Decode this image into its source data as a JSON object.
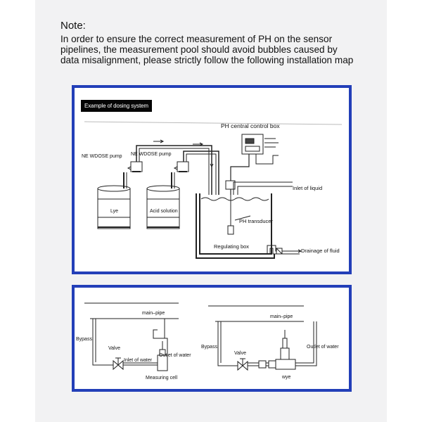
{
  "note": {
    "title": "Note:",
    "lines": [
      "In order to ensure the correct measurement of PH on the sensor",
      "pipelines, the measurement pool should avoid bubbles caused by",
      "data misalignment, please strictly follow the following installation map"
    ]
  },
  "dosing_diagram": {
    "example_label": "Example of dosing system",
    "control_box_label": "PH central control box",
    "pump_left_label": "NE WDOSE pump",
    "pump_right_label": "NE WDOSE pump",
    "drum_left_label": "Lye",
    "drum_right_label": "Acid solution",
    "inlet_label": "Inlet of liquid",
    "transducer_label": "PH transducer",
    "regulating_label": "Regulating box",
    "drainage_label": "Drainage of fluid"
  },
  "pipe_diagram": {
    "left": {
      "main_pipe_label": "main–pipe",
      "bypass_label": "Bypass",
      "valve_label": "Valve",
      "inlet_label": "Inlet of water",
      "outlet_label": "Outlet of water",
      "cell_label": "Measuring cell"
    },
    "right": {
      "main_pipe_label": "main–pipe",
      "bypass_label": "Bypass",
      "valve_label": "Valve",
      "outlet_label": "Outlet of water",
      "wye_label": "wye"
    }
  },
  "colors": {
    "frame_border": "#233fb8",
    "panel_background": "#f2f2f3"
  }
}
